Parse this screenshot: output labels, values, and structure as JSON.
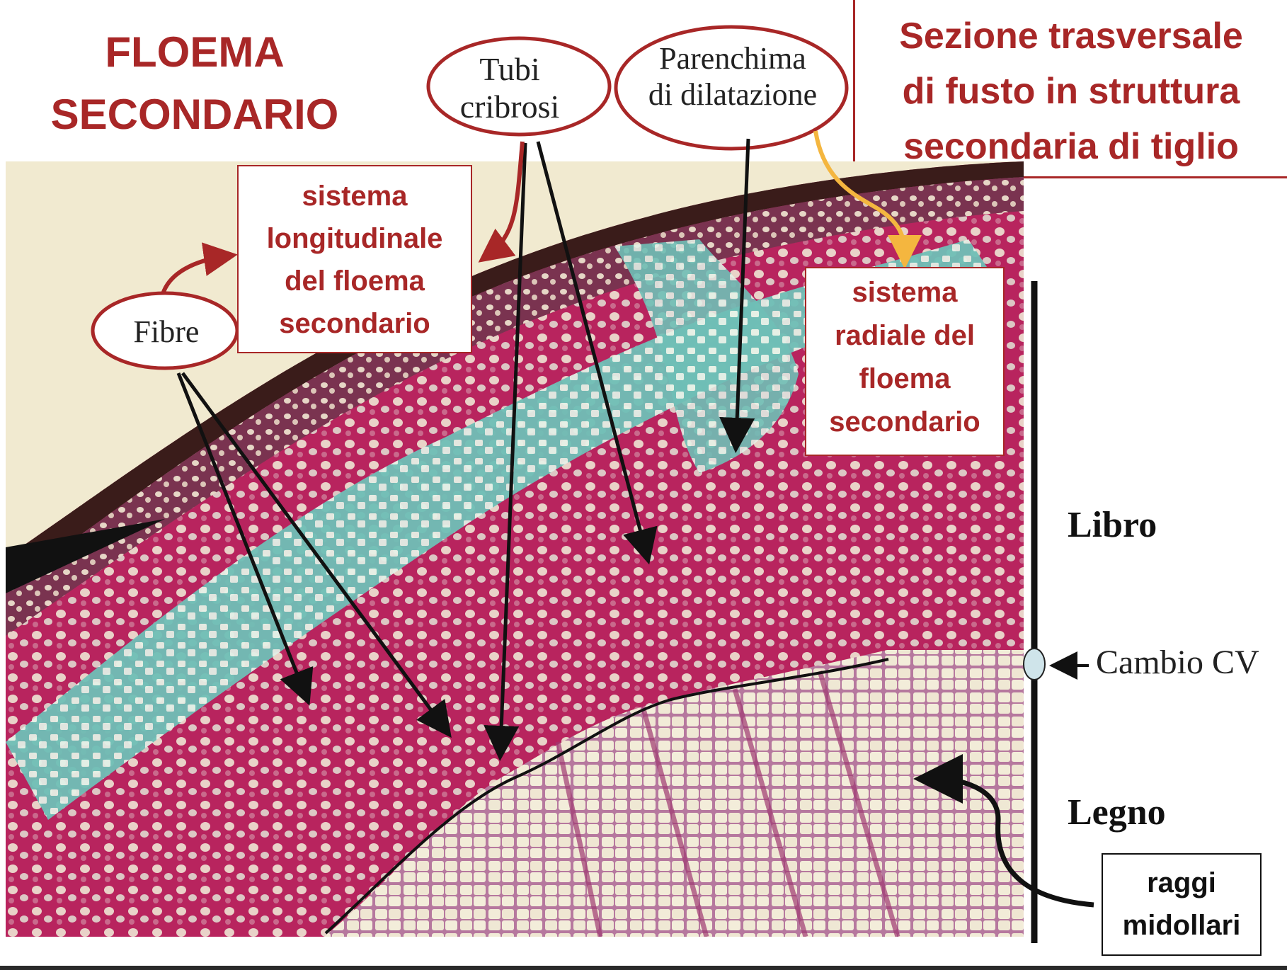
{
  "title_left": [
    "FLOEMA",
    "SECONDARIO"
  ],
  "title_right": [
    "Sezione trasversale",
    "di fusto in struttura",
    "secondaria di tiglio"
  ],
  "labels": {
    "tubi_cribrosi": [
      "Tubi",
      "cribrosi"
    ],
    "parenchima": [
      "Parenchima",
      "di dilatazione"
    ],
    "fibre": "Fibre",
    "longitudinale": [
      "sistema",
      "longitudinale",
      "del floema",
      "secondario"
    ],
    "radiale": [
      "sistema",
      "radiale del",
      "floema",
      "secondario"
    ],
    "raggi": [
      "raggi",
      "midollari"
    ],
    "libro": "Libro",
    "legno": "Legno",
    "cambio": "Cambio CV"
  },
  "colors": {
    "accent_red": "#a82727",
    "arrow_yellow": "#f4b63f",
    "tissue_magenta": "#b8245e",
    "tissue_cyan": "#7dc9bf",
    "background_cream": "#f1ead0"
  }
}
